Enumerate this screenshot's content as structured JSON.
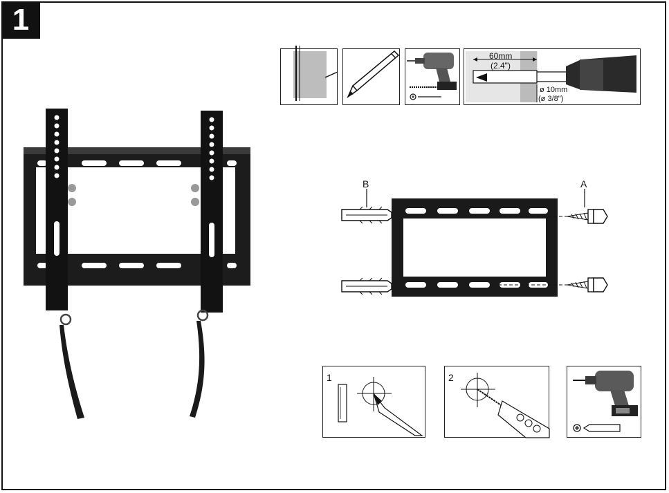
{
  "step_number": "1",
  "drill_diagram": {
    "depth_metric": "60mm",
    "depth_imperial": "(2.4\")",
    "diameter_metric": "ø 10mm",
    "diameter_imperial": "(ø 3/8\")"
  },
  "parts": {
    "anchor_label": "B",
    "screw_label": "A"
  },
  "steps": [
    {
      "number": "1"
    },
    {
      "number": "2"
    }
  ],
  "colors": {
    "bracket": "#1a1a1a",
    "line": "#111111",
    "concrete": "#bdbdbd"
  }
}
